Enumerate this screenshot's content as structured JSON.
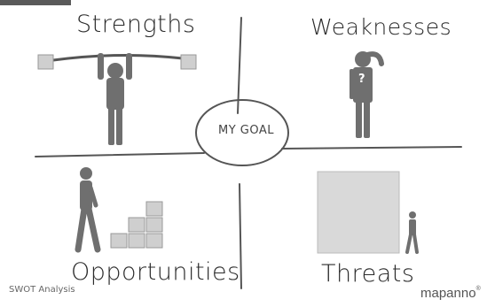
{
  "quadrants": {
    "strengths": "Strengths",
    "weaknesses": "Weaknesses",
    "opportunities": "Opportunities",
    "threats": "Threats"
  },
  "center_label": "MY GOAL",
  "footer": {
    "caption": "SWOT Analysis",
    "brand": "mapanno",
    "brand_mark": "®"
  },
  "icons": {
    "weakness_head": "?",
    "figure_color": "#6f6f6f",
    "block_color": "#cfcfcf",
    "line_color": "#555555"
  }
}
